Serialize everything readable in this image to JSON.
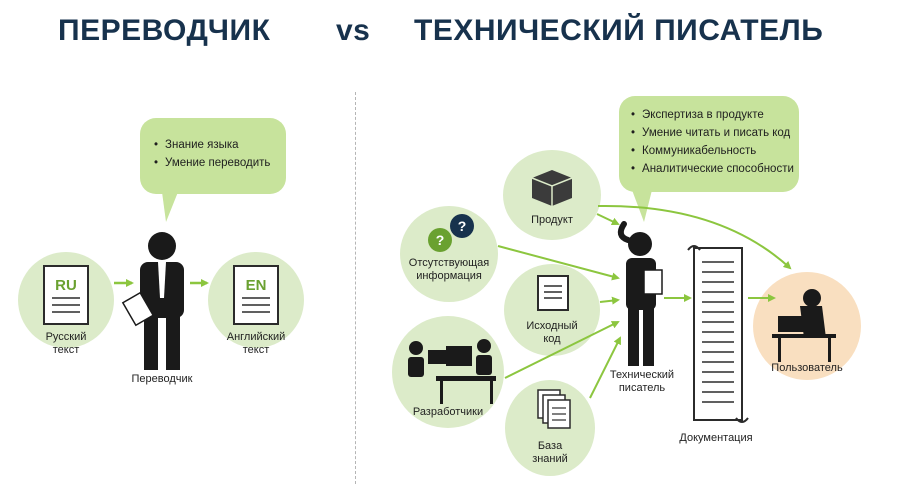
{
  "headings": {
    "left": "ПЕРЕВОДЧИК",
    "vs": "vs",
    "right": "ТЕХНИЧЕСКИЙ ПИСАТЕЛЬ"
  },
  "translator": {
    "skills": [
      "Знание языка",
      "Умение переводить"
    ],
    "source_code": "RU",
    "source_label": [
      "Русский",
      "текст"
    ],
    "target_code": "EN",
    "target_label": [
      "Английский",
      "текст"
    ],
    "person_label": "Переводчик"
  },
  "writer": {
    "skills": [
      "Экспертиза в продукте",
      "Умение читать и писать код",
      "Коммуникабельность",
      "Аналитические способности"
    ],
    "sources": {
      "product": "Продукт",
      "missing": [
        "Отсутствующая",
        "информация"
      ],
      "code": [
        "Исходный",
        "код"
      ],
      "devs": "Разработчики",
      "kb": [
        "База",
        "знаний"
      ]
    },
    "person_label": [
      "Технический",
      "писатель"
    ],
    "docs_label": "Документация",
    "user_label": "Пользователь"
  },
  "colors": {
    "heading": "#17324d",
    "bubble": "#c7e39c",
    "circle": "#dcebc9",
    "user_circle": "#f9dfc0",
    "arrow": "#8cc63f"
  }
}
